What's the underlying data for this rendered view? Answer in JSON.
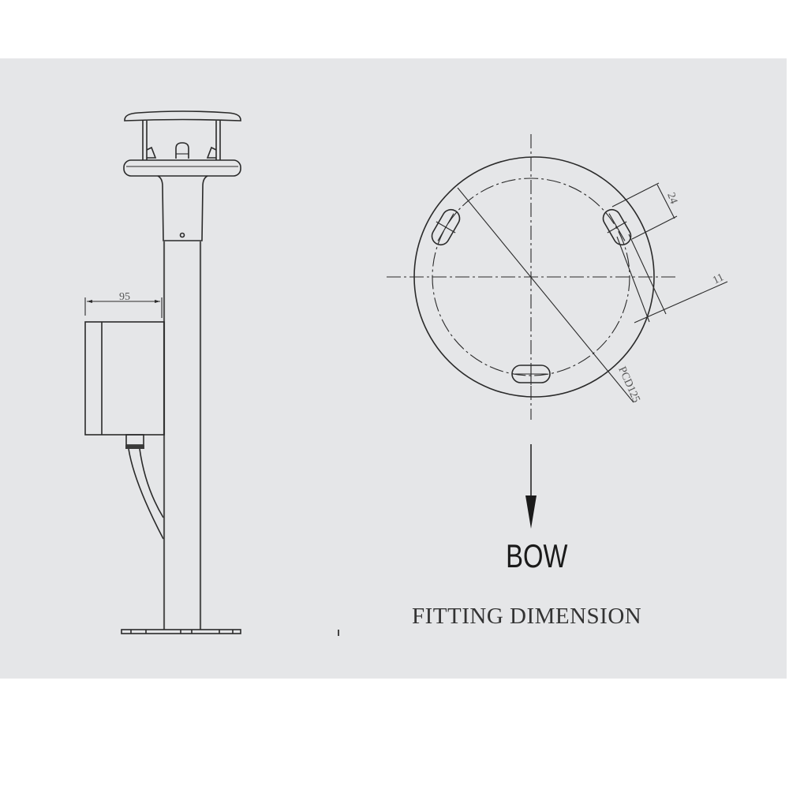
{
  "figure": {
    "background_color": "#e5e6e8",
    "line_color": "#2a2a2a",
    "side_view": {
      "label": "side-elevation",
      "enclosure_offset_dimension": "95"
    },
    "plan_view": {
      "label": "mounting-flange",
      "slot_length_dimension": "24",
      "slot_width_dimension": "11",
      "pitch_circle_label": "PCD125",
      "slot_count": 3
    },
    "direction_label": "BOW",
    "caption": "FITTING DIMENSION"
  }
}
